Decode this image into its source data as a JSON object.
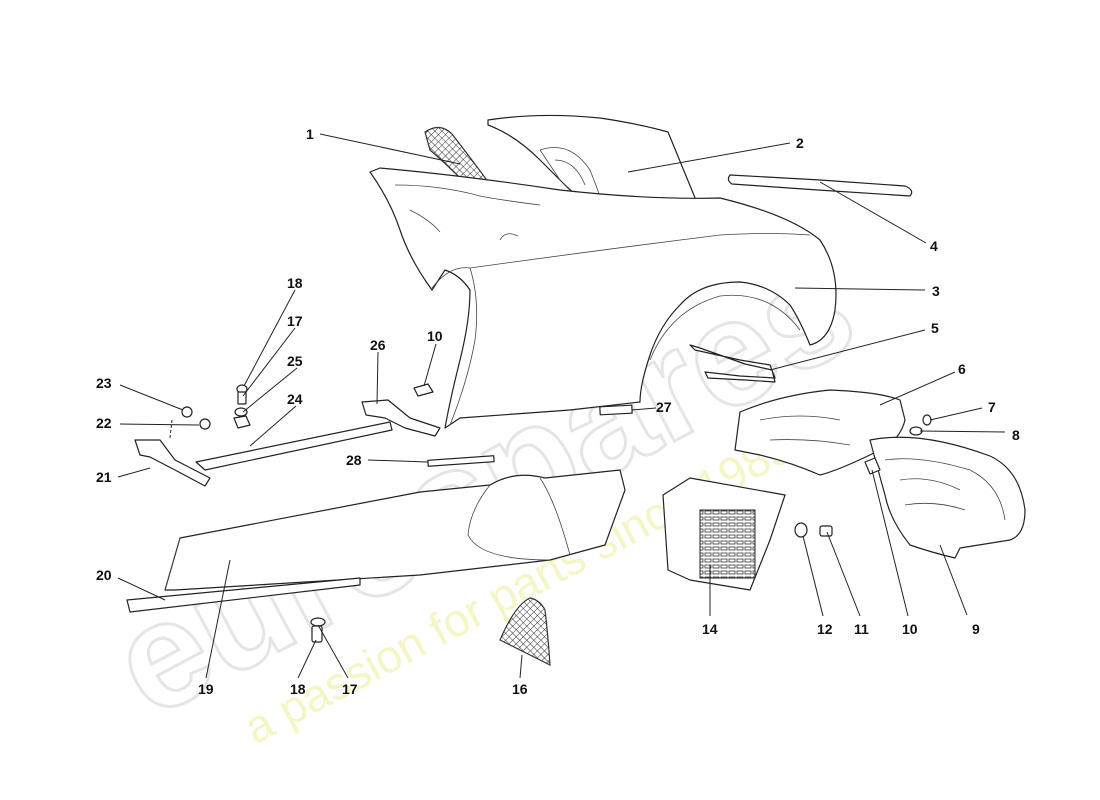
{
  "watermark": {
    "brand": "eurospares",
    "tagline": "a passion for parts since 1985"
  },
  "callouts": [
    "1",
    "2",
    "3",
    "4",
    "5",
    "6",
    "7",
    "8",
    "9",
    "10",
    "10",
    "11",
    "12",
    "14",
    "16",
    "17",
    "17",
    "18",
    "18",
    "19",
    "20",
    "21",
    "22",
    "23",
    "24",
    "25",
    "26",
    "27",
    "28"
  ]
}
